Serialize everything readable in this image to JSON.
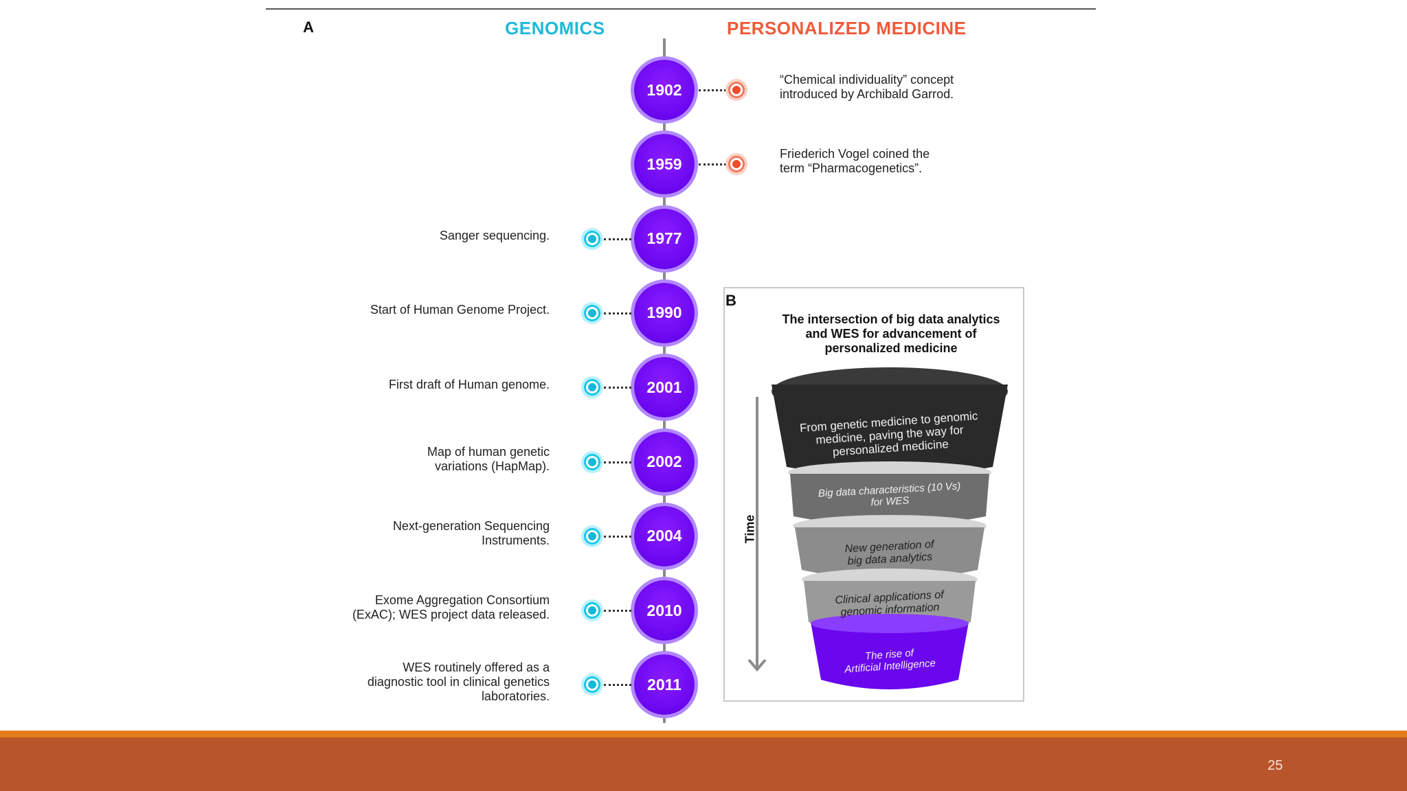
{
  "panel_a_label": "A",
  "panel_b_label": "B",
  "columns": {
    "left": "GENOMICS",
    "right": "PERSONALIZED MEDICINE",
    "left_color": "#1fb9d9",
    "right_color": "#f05a3a"
  },
  "timeline": [
    {
      "year": "1902",
      "side": "right",
      "lines": [
        "“Chemical individuality” concept",
        "introduced by Archibald Garrod."
      ]
    },
    {
      "year": "1959",
      "side": "right",
      "lines": [
        "Friederich Vogel coined the",
        "term “Pharmacogenetics”."
      ]
    },
    {
      "year": "1977",
      "side": "left",
      "lines": [
        "Sanger sequencing."
      ]
    },
    {
      "year": "1990",
      "side": "left",
      "lines": [
        "Start of Human Genome Project."
      ]
    },
    {
      "year": "2001",
      "side": "left",
      "lines": [
        "First draft of Human genome."
      ]
    },
    {
      "year": "2002",
      "side": "left",
      "lines": [
        "Map of human genetic",
        "variations (HapMap)."
      ]
    },
    {
      "year": "2004",
      "side": "left",
      "lines": [
        "Next-generation Sequencing",
        "Instruments."
      ]
    },
    {
      "year": "2010",
      "side": "left",
      "lines": [
        "Exome Aggregation Consortium",
        "(ExAC); WES project data released."
      ]
    },
    {
      "year": "2011",
      "side": "left",
      "lines": [
        "WES routinely offered as a",
        "diagnostic tool in clinical genetics",
        "laboratories."
      ]
    }
  ],
  "box_b": {
    "title_lines": [
      "The intersection of big data analytics",
      "and WES for advancement of",
      "personalized medicine"
    ],
    "time_label": "Time",
    "funnel_layers": [
      {
        "lines": [
          "From genetic medicine to genomic",
          "medicine, paving the way for",
          "personalized medicine"
        ],
        "color": "#2a2a2a"
      },
      {
        "lines": [
          "Big data characteristics (10 Vs)",
          "for WES"
        ],
        "color": "#6e6e6e"
      },
      {
        "lines": [
          "New generation of",
          "big data analytics"
        ],
        "color": "#8c8c8c"
      },
      {
        "lines": [
          "Clinical applications of",
          "genomic information"
        ],
        "color": "#9a9a9a"
      },
      {
        "lines": [
          "The rise of",
          "Artificial Intelligence"
        ],
        "color": "#6a07ef"
      }
    ]
  },
  "footer": {
    "page_number": "25",
    "band_color": "#b8552b",
    "stripe_color": "#e37b1c"
  }
}
